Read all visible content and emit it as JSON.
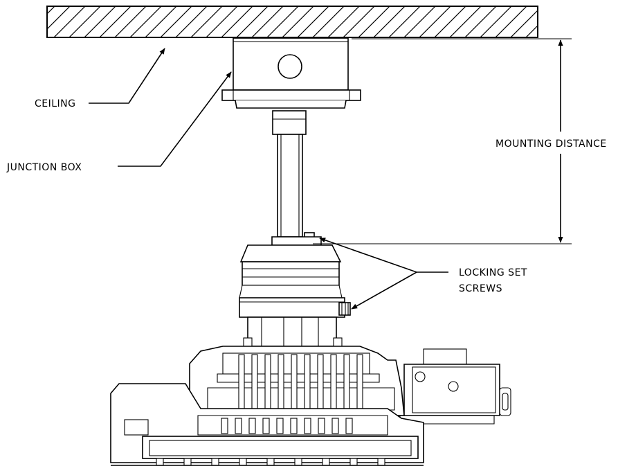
{
  "labels": {
    "ceiling": "CEILING",
    "junction_box": "JUNCTION BOX",
    "mounting_distance": "MOUNTING DISTANCE",
    "locking_set_line1": "LOCKING SET",
    "locking_set_line2": "SCREWS"
  }
}
